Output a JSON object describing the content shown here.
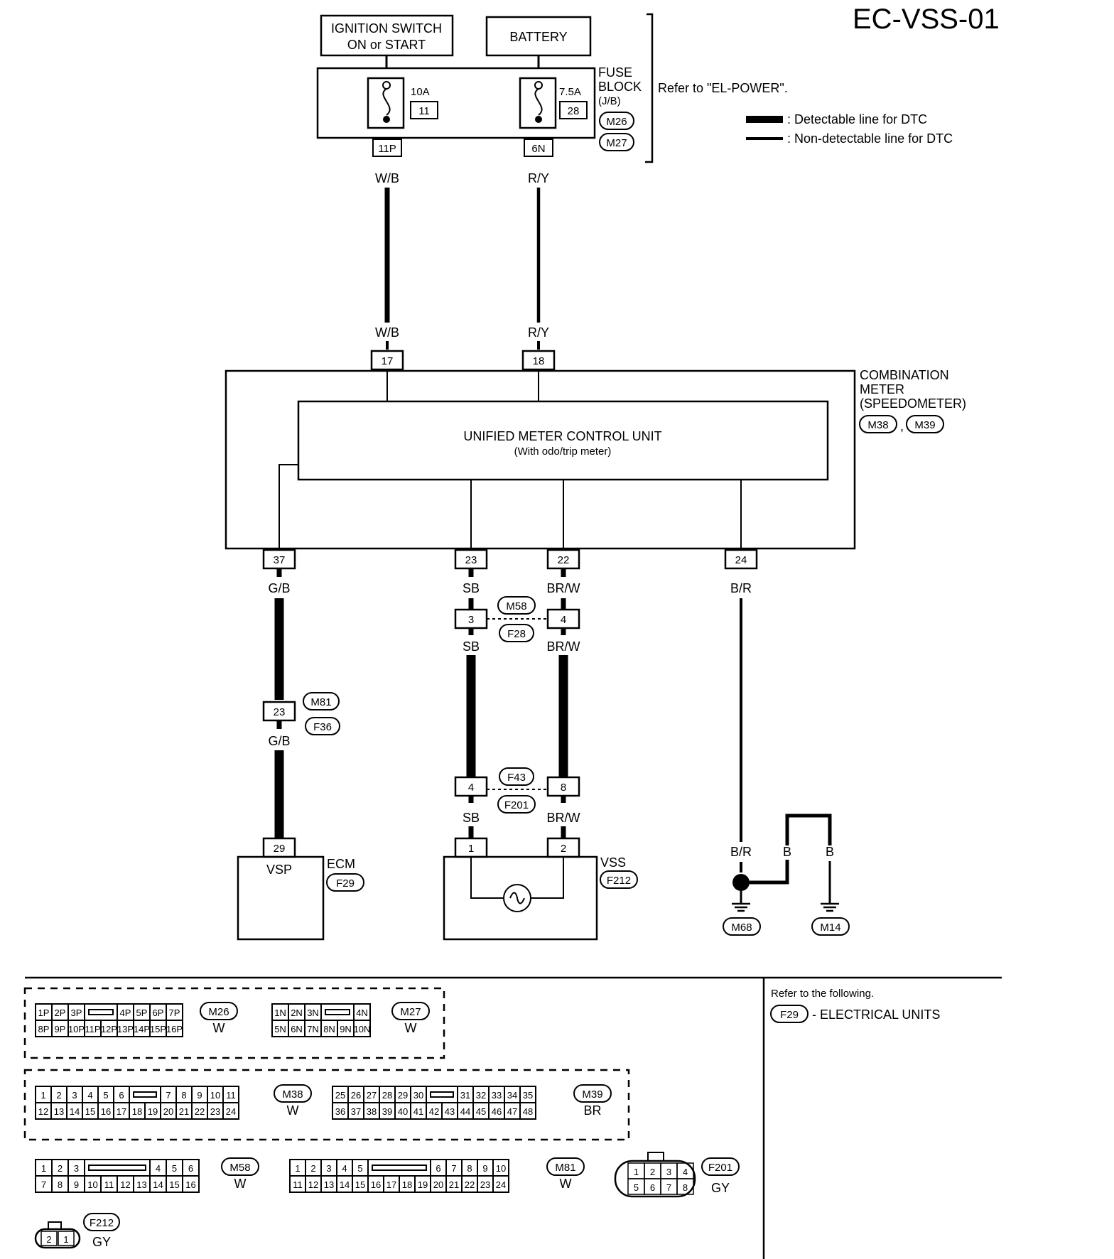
{
  "page_id": "EC-VSS-01",
  "power": {
    "ignition": [
      "IGNITION SWITCH",
      "ON or START"
    ],
    "battery": "BATTERY",
    "fuse_block": [
      "FUSE",
      "BLOCK",
      "(J/B)"
    ],
    "fuse_block_connectors": [
      "M26",
      "M27"
    ],
    "fuse_left_amp": "10A",
    "fuse_left_num": "11",
    "fuse_right_amp": "7.5A",
    "fuse_right_num": "28",
    "term_left": "11P",
    "term_right": "6N",
    "refer": "Refer to \"EL-POWER\"."
  },
  "legend": {
    "detectable": ": Detectable line for DTC",
    "non_detectable": ": Non-detectable line for DTC"
  },
  "wires": {
    "wb": "W/B",
    "ry": "R/Y",
    "gb": "G/B",
    "sb": "SB",
    "brw": "BR/W",
    "br": "B/R",
    "b": "B"
  },
  "meter": {
    "title": [
      "COMBINATION",
      "METER",
      "(SPEEDOMETER)"
    ],
    "connectors": [
      "M38",
      "M39"
    ],
    "unit": "UNIFIED METER CONTROL UNIT",
    "unit_sub": "(With odo/trip meter)",
    "pins_top": [
      "17",
      "18"
    ],
    "pins_bottom": [
      "37",
      "23",
      "22",
      "24"
    ]
  },
  "joints": {
    "m58_f28": {
      "c1": "M58",
      "c2": "F28",
      "p1": "3",
      "p2": "4"
    },
    "m81_f36": {
      "c1": "M81",
      "c2": "F36",
      "p1": "23"
    },
    "f43_f201": {
      "c1": "F43",
      "c2": "F201",
      "p1": "4",
      "p2": "8"
    }
  },
  "ecm": {
    "label": "ECM",
    "conn": "F29",
    "pin": "29",
    "sig": "VSP"
  },
  "vss": {
    "label": "VSS",
    "conn": "F212",
    "p1": "1",
    "p2": "2"
  },
  "grounds": [
    "M68",
    "M14"
  ],
  "refer_following": {
    "text": "Refer to the following.",
    "conn": "F29",
    "item": "- ELECTRICAL UNITS"
  },
  "connectors": [
    {
      "id": "M26",
      "color": "W",
      "rows": [
        [
          "1P",
          "2P",
          "3P",
          "",
          "4P",
          "5P",
          "6P",
          "7P"
        ],
        [
          "8P",
          "9P",
          "10P",
          "11P",
          "12P",
          "13P",
          "14P",
          "15P",
          "16P"
        ]
      ]
    },
    {
      "id": "M27",
      "color": "W",
      "rows": [
        [
          "1N",
          "2N",
          "3N",
          "",
          "4N"
        ],
        [
          "5N",
          "6N",
          "7N",
          "8N",
          "9N",
          "10N"
        ]
      ]
    },
    {
      "id": "M38",
      "color": "W",
      "rows": [
        [
          "1",
          "2",
          "3",
          "4",
          "5",
          "6",
          "",
          "7",
          "8",
          "9",
          "10",
          "11"
        ],
        [
          "12",
          "13",
          "14",
          "15",
          "16",
          "17",
          "18",
          "19",
          "20",
          "21",
          "22",
          "23",
          "24"
        ]
      ]
    },
    {
      "id": "M39",
      "color": "BR",
      "rows": [
        [
          "25",
          "26",
          "27",
          "28",
          "29",
          "30",
          "",
          "31",
          "32",
          "33",
          "34",
          "35"
        ],
        [
          "36",
          "37",
          "38",
          "39",
          "40",
          "41",
          "42",
          "43",
          "44",
          "45",
          "46",
          "47",
          "48"
        ]
      ]
    },
    {
      "id": "M58",
      "color": "W",
      "rows": [
        [
          "1",
          "2",
          "3",
          "",
          "4",
          "5",
          "6"
        ],
        [
          "7",
          "8",
          "9",
          "10",
          "11",
          "12",
          "13",
          "14",
          "15",
          "16"
        ]
      ]
    },
    {
      "id": "M81",
      "color": "W",
      "rows": [
        [
          "1",
          "2",
          "3",
          "4",
          "5",
          "",
          "6",
          "7",
          "8",
          "9",
          "10"
        ],
        [
          "11",
          "12",
          "13",
          "14",
          "15",
          "16",
          "17",
          "18",
          "19",
          "20",
          "21",
          "22",
          "23",
          "24"
        ]
      ]
    },
    {
      "id": "F201",
      "color": "GY",
      "rows": [
        [
          "1",
          "2",
          "3",
          "4"
        ],
        [
          "5",
          "6",
          "7",
          "8"
        ]
      ]
    },
    {
      "id": "F212",
      "color": "GY",
      "rows": [
        [
          "2",
          "1"
        ]
      ]
    }
  ]
}
